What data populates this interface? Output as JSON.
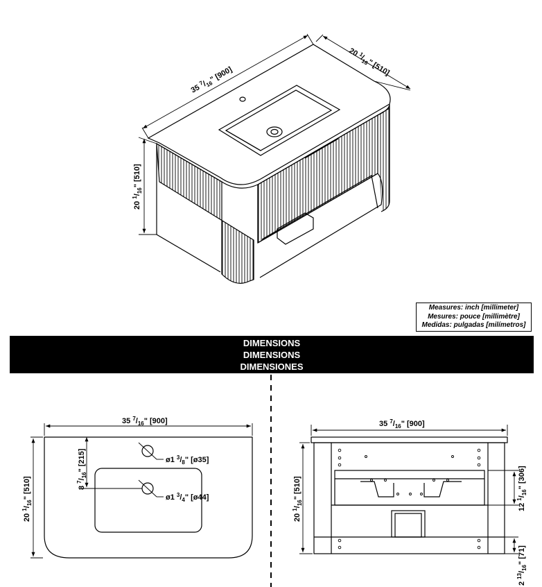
{
  "legend": {
    "line1": "Measures: inch [millimeter]",
    "line2": "Mesures: pouce [millimètre]",
    "line3": "Medidas: pulgadas [milímetros]"
  },
  "banner": {
    "en": "DIMENSIONS",
    "fr": "DIMENSIONS",
    "es": "DIMENSIONES"
  },
  "iso": {
    "width": {
      "whole": "35",
      "num": "7",
      "den": "16",
      "suffix": "\" [900]"
    },
    "depth": {
      "whole": "20",
      "num": "1",
      "den": "16",
      "suffix": "\" [510]"
    },
    "height": {
      "whole": "20",
      "num": "1",
      "den": "16",
      "suffix": "\" [510]"
    }
  },
  "top_view": {
    "width": {
      "whole": "35",
      "num": "7",
      "den": "16",
      "suffix": "\" [900]"
    },
    "depth": {
      "whole": "20",
      "num": "1",
      "den": "16",
      "suffix": "\" [510]"
    },
    "basin_offset": {
      "whole": "8",
      "num": "7",
      "den": "16",
      "suffix": "\" [215]"
    },
    "faucet_hole": {
      "prefix": "ø1 ",
      "num": "3",
      "den": "8",
      "suffix": "\" [ø35]"
    },
    "drain_hole": {
      "prefix": "ø1 ",
      "num": "3",
      "den": "4",
      "suffix": "\" [ø44]"
    }
  },
  "front_view": {
    "width": {
      "whole": "35",
      "num": "7",
      "den": "16",
      "suffix": "\" [900]"
    },
    "height": {
      "whole": "20",
      "num": "1",
      "den": "16",
      "suffix": "\" [510]"
    },
    "drawer_height": {
      "whole": "12",
      "num": "1",
      "den": "16",
      "suffix": "\" [306]"
    },
    "base_height": {
      "whole": "2",
      "num": "13",
      "den": "16",
      "suffix": "\" [71]"
    }
  }
}
